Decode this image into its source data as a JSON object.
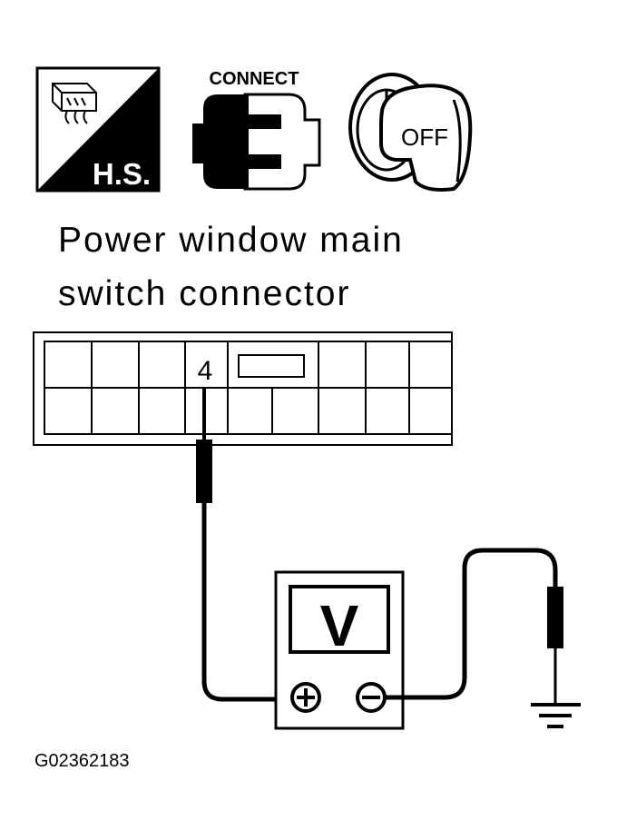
{
  "icons": {
    "hs_label": "H.S.",
    "connect_label": "CONNECT",
    "key_label": "OFF"
  },
  "title": {
    "line1": "Power window main",
    "line2": "switch connector"
  },
  "connector": {
    "terminal_label": "4"
  },
  "meter": {
    "label": "V",
    "plus": "+",
    "minus": "−"
  },
  "figure_id": "G02362183"
}
